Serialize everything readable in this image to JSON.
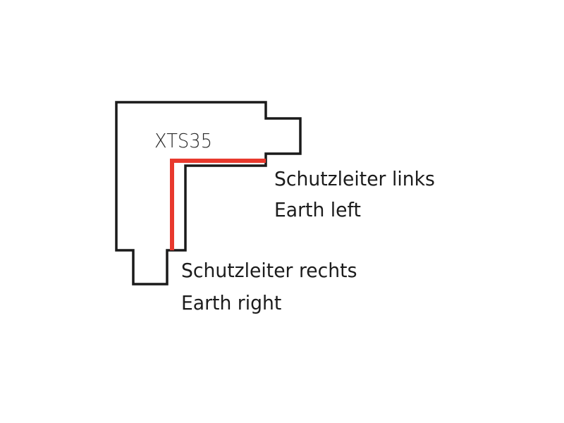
{
  "diagram": {
    "model_label": "XTS35",
    "callouts": {
      "earth_left": {
        "german": "Schutzleiter links",
        "english": "Earth left"
      },
      "earth_right": {
        "german": "Schutzleiter rechts",
        "english": "Earth right"
      }
    },
    "colors": {
      "outline": "#1a1a1a",
      "earth_conductor": "#e8392d",
      "background": "#ffffff"
    }
  }
}
